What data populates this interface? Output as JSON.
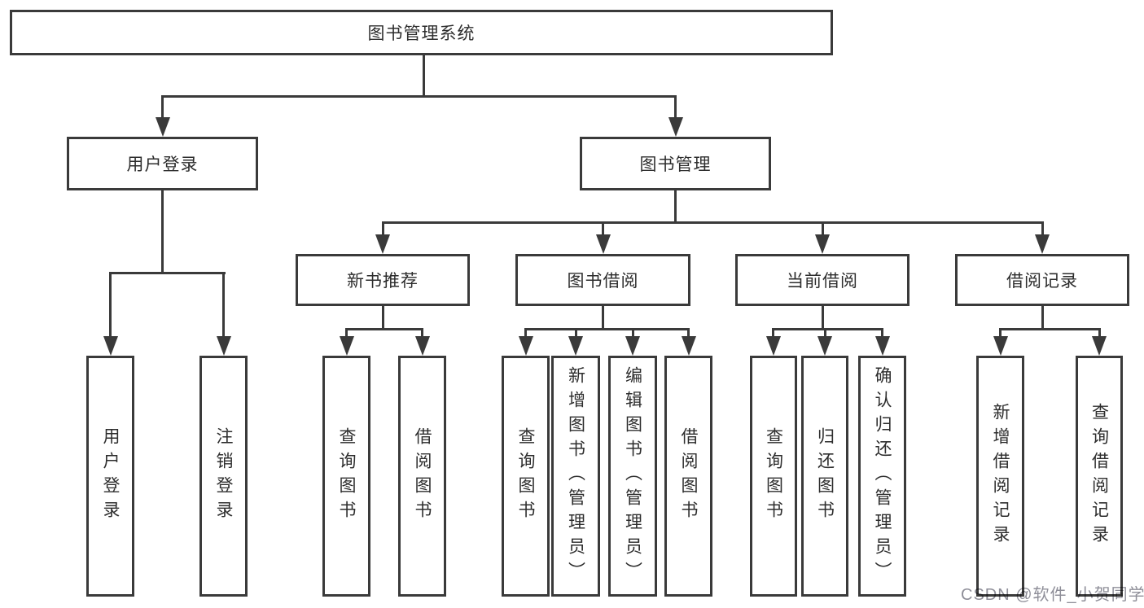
{
  "diagram": {
    "root": {
      "label": "图书管理系统",
      "children": [
        {
          "label": "用户登录",
          "children": [
            {
              "label": "用户登录"
            },
            {
              "label": "注销登录"
            }
          ]
        },
        {
          "label": "图书管理",
          "children": [
            {
              "label": "新书推荐",
              "children": [
                {
                  "label": "查询图书"
                },
                {
                  "label": "借阅图书"
                }
              ]
            },
            {
              "label": "图书借阅",
              "children": [
                {
                  "label": "查询图书"
                },
                {
                  "label": "新增图书（管理员）"
                },
                {
                  "label": "编辑图书（管理员）"
                },
                {
                  "label": "借阅图书"
                }
              ]
            },
            {
              "label": "当前借阅",
              "children": [
                {
                  "label": "查询图书"
                },
                {
                  "label": "归还图书"
                },
                {
                  "label": "确认归还（管理员）"
                }
              ]
            },
            {
              "label": "借阅记录",
              "children": [
                {
                  "label": "新增借阅记录"
                },
                {
                  "label": "查询借阅记录"
                }
              ]
            }
          ]
        }
      ]
    }
  },
  "watermark": {
    "text": "CSDN @软件_小贺同学"
  },
  "colors": {
    "line": "#3a3a3a",
    "text": "#2d2d2d",
    "box_fill": "#ffffff",
    "background": "#ffffff",
    "watermark": "#8f8f99"
  }
}
